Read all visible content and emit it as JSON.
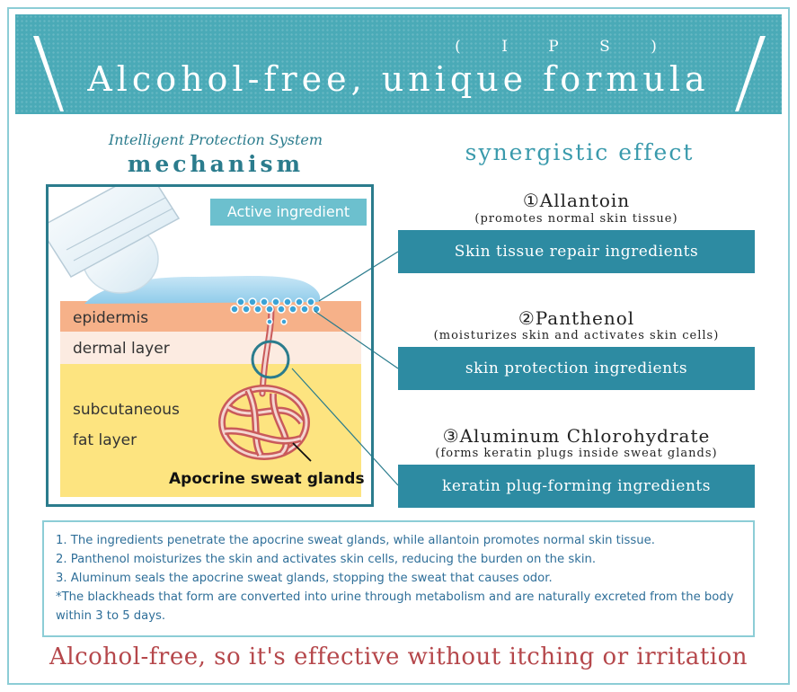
{
  "banner": {
    "subtitle": "( I P S )",
    "title": "Alcohol-free, unique formula"
  },
  "mechanism": {
    "caption": "Intelligent Protection System",
    "title": "mechanism"
  },
  "diagram": {
    "active_label": "Active ingredient",
    "layers": {
      "epidermis": "epidermis",
      "dermal": "dermal layer",
      "subcutaneous_1": "subcutaneous",
      "subcutaneous_2": "fat layer"
    },
    "glands_label": "Apocrine sweat glands",
    "colors": {
      "epidermis": "#f6b189",
      "dermal": "#fcebe1",
      "fat": "#fde480",
      "gel": "#a9d6ee",
      "accent": "#2b7c8d"
    }
  },
  "synergy": {
    "title": "synergistic effect",
    "items": [
      {
        "name": "①Allantoin",
        "desc": "(promotes normal skin tissue)",
        "box": "Skin tissue repair ingredients"
      },
      {
        "name": "②Panthenol",
        "desc": "(moisturizes skin and activates skin cells)",
        "box": "skin protection ingredients"
      },
      {
        "name": "③Aluminum Chlorohydrate",
        "desc": "(forms keratin plugs inside sweat glands)",
        "box": "keratin plug-forming ingredients"
      }
    ]
  },
  "notes": [
    "1. The ingredients penetrate the apocrine sweat glands, while allantoin promotes normal skin tissue.",
    "2. Panthenol moisturizes the skin and activates skin cells, reducing the burden on the skin.",
    "3. Aluminum seals the apocrine sweat glands, stopping the sweat that causes odor.",
    "*The blackheads that form are converted into urine through metabolism and are naturally excreted from the body within 3 to 5 days."
  ],
  "footer": "Alcohol-free, so it's effective without itching or irritation"
}
